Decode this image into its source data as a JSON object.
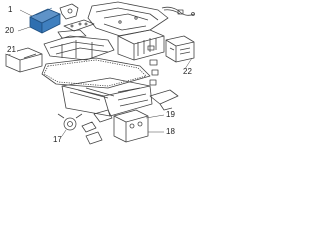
{
  "colors": {
    "line": "#444444",
    "highlight": "#2f6fb0",
    "highlight_light": "#5f93c8",
    "label": "#222222"
  },
  "callouts": {
    "c1": "1",
    "c20": "20",
    "c21": "21",
    "c22": "22",
    "c19": "19",
    "c18": "18",
    "c17": "17"
  },
  "highlighted_part": "20"
}
